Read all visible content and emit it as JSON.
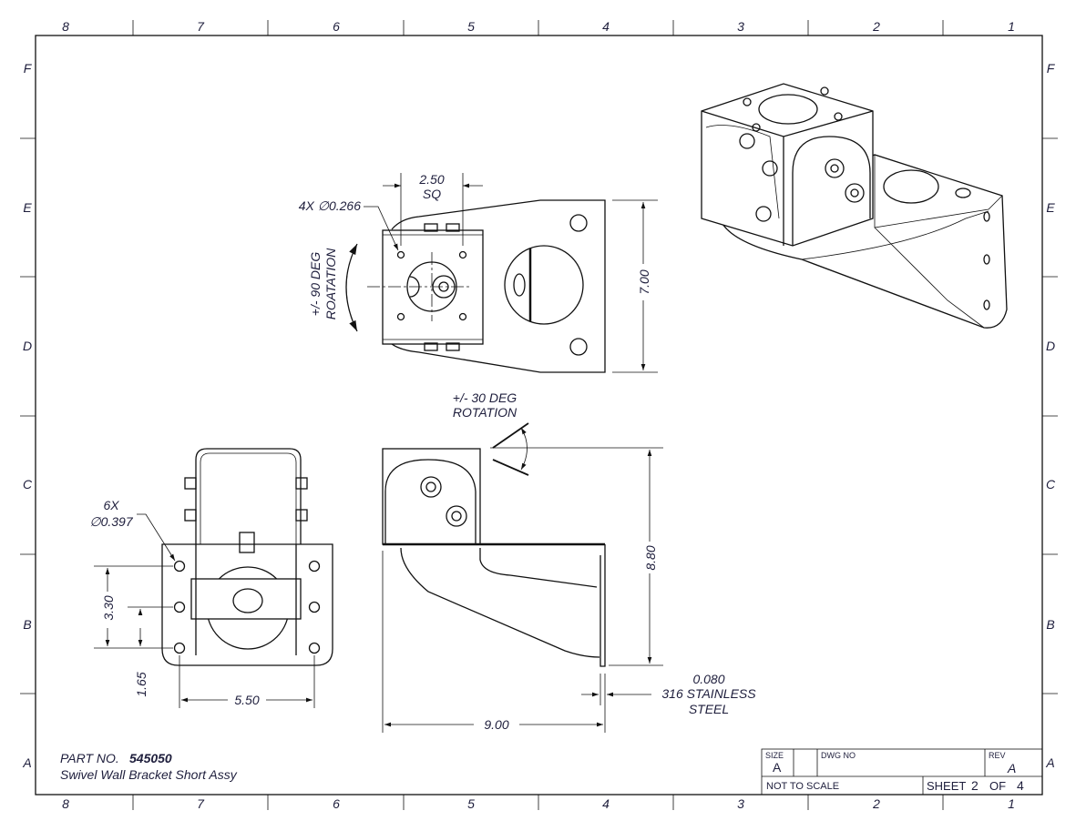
{
  "zones": {
    "columns": [
      "8",
      "7",
      "6",
      "5",
      "4",
      "3",
      "2",
      "1"
    ],
    "rows": [
      "F",
      "E",
      "D",
      "C",
      "B",
      "A"
    ]
  },
  "top_view": {
    "hole_callout": "4X ∅0.266",
    "square_dim": "2.50",
    "square_suffix": "SQ",
    "height_dim": "7.00",
    "rotation_line1": "+/- 90 DEG",
    "rotation_line2": "ROATATION"
  },
  "side_view": {
    "rotation_line1": "+/- 30 DEG",
    "rotation_line2": "ROTATION",
    "height_dim": "8.80",
    "length_dim": "9.00",
    "material_line1": "0.080",
    "material_line2": "316 STAINLESS",
    "material_line3": "STEEL"
  },
  "front_view": {
    "hole_callout_line1": "6X",
    "hole_callout_line2": "∅0.397",
    "dim_330": "3.30",
    "dim_165": "1.65",
    "dim_550": "5.50"
  },
  "part": {
    "label": "PART NO.",
    "number": "545050",
    "description": "Swivel Wall Bracket Short Assy"
  },
  "title_block": {
    "size_label": "SIZE",
    "size_value": "A",
    "dwg_no_label": "DWG NO",
    "rev_label": "REV",
    "rev_value": "A",
    "scale": "NOT TO SCALE",
    "sheet_label": "SHEET",
    "sheet_num": "2",
    "of_label": "OF",
    "sheet_total": "4"
  }
}
